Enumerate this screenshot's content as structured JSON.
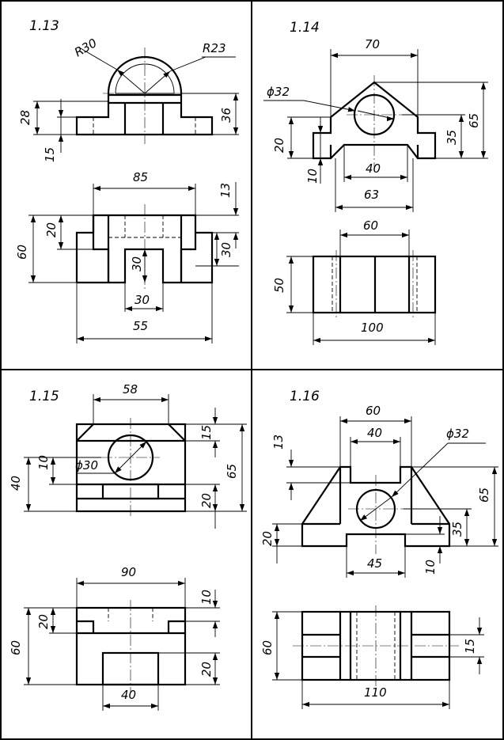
{
  "panels": [
    {
      "id": "1.13",
      "label": "1.13",
      "dims": {
        "r30": "R30",
        "r23": "R23",
        "d28": "28",
        "d36": "36",
        "d15": "15",
        "d85": "85",
        "d13": "13",
        "d20": "20",
        "d60": "60",
        "d30a": "30",
        "d30b": "30",
        "d30c": "30",
        "d55": "55"
      }
    },
    {
      "id": "1.14",
      "label": "1.14",
      "dims": {
        "d70": "70",
        "phi32": "ϕ32",
        "d65": "65",
        "d35": "35",
        "d20": "20",
        "d10": "10",
        "d40": "40",
        "d63": "63",
        "d60": "60",
        "d50": "50",
        "d100": "100"
      }
    },
    {
      "id": "1.15",
      "label": "1.15",
      "dims": {
        "d58": "58",
        "d15": "15",
        "d65": "65",
        "d10": "10",
        "phi30": "ϕ30",
        "d40": "40",
        "d20a": "20",
        "d90": "90",
        "d10b": "10",
        "d20b": "20",
        "d60": "60",
        "d20c": "20",
        "d40b": "40"
      }
    },
    {
      "id": "1.16",
      "label": "1.16",
      "dims": {
        "d60": "60",
        "d40": "40",
        "phi32": "ϕ32",
        "d13": "13",
        "d65": "65",
        "d35": "35",
        "d20": "20",
        "d45": "45",
        "d10": "10",
        "d60b": "60",
        "d15": "15",
        "d110": "110"
      }
    }
  ]
}
